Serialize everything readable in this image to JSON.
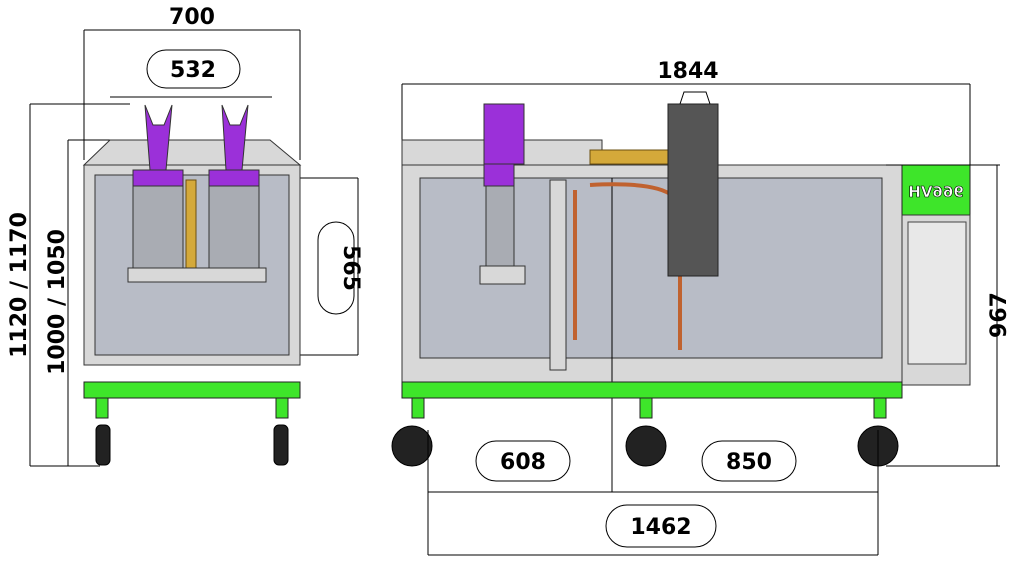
{
  "drawing": {
    "side_view": {
      "width_overall": "700",
      "width_inner": "532",
      "height_tank": "565",
      "height_total": "1120 / 1170",
      "height_top": "1000 / 1050"
    },
    "front_view": {
      "length_overall": "1844",
      "height_panel": "967",
      "wheelbase_left": "608",
      "wheelbase_right": "850",
      "wheelbase_total": "1462",
      "logo_text": "966VH"
    },
    "colors": {
      "frame_green": "#3ee52a",
      "purple_pipe": "#9b30d9",
      "tank_grey": "#b8bcc6",
      "brass": "#d4a93a",
      "copper": "#c0622f"
    }
  }
}
